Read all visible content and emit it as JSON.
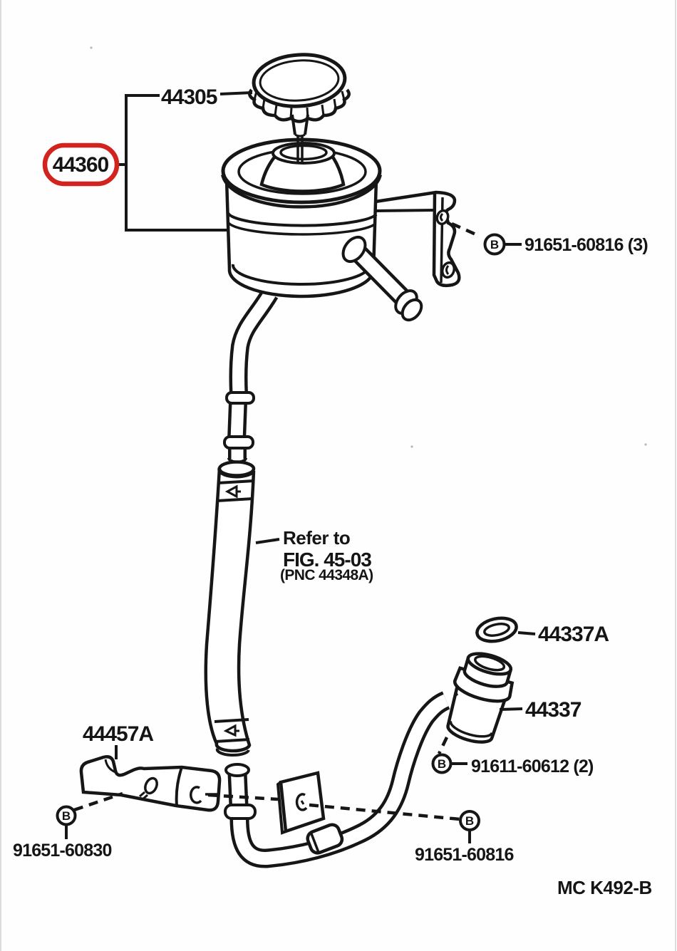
{
  "diagram": {
    "caption": "MC K492-B",
    "highlight_color": "#d2231e",
    "note": {
      "line1": "Refer to",
      "line2": "FIG. 45-03",
      "line3": "(PNC 44348A)"
    },
    "parts": {
      "cap": "44305",
      "reservoir_assy": "44360",
      "oring": "44337A",
      "union": "44337",
      "bracket": "44457A"
    },
    "bolts": {
      "symbol": "B",
      "reservoir_bracket": "91651-60816 (3)",
      "union_bolt": "91611-60612 (2)",
      "bracket_bolt": "91651-60830",
      "pipe_bolt": "91651-60816"
    }
  }
}
